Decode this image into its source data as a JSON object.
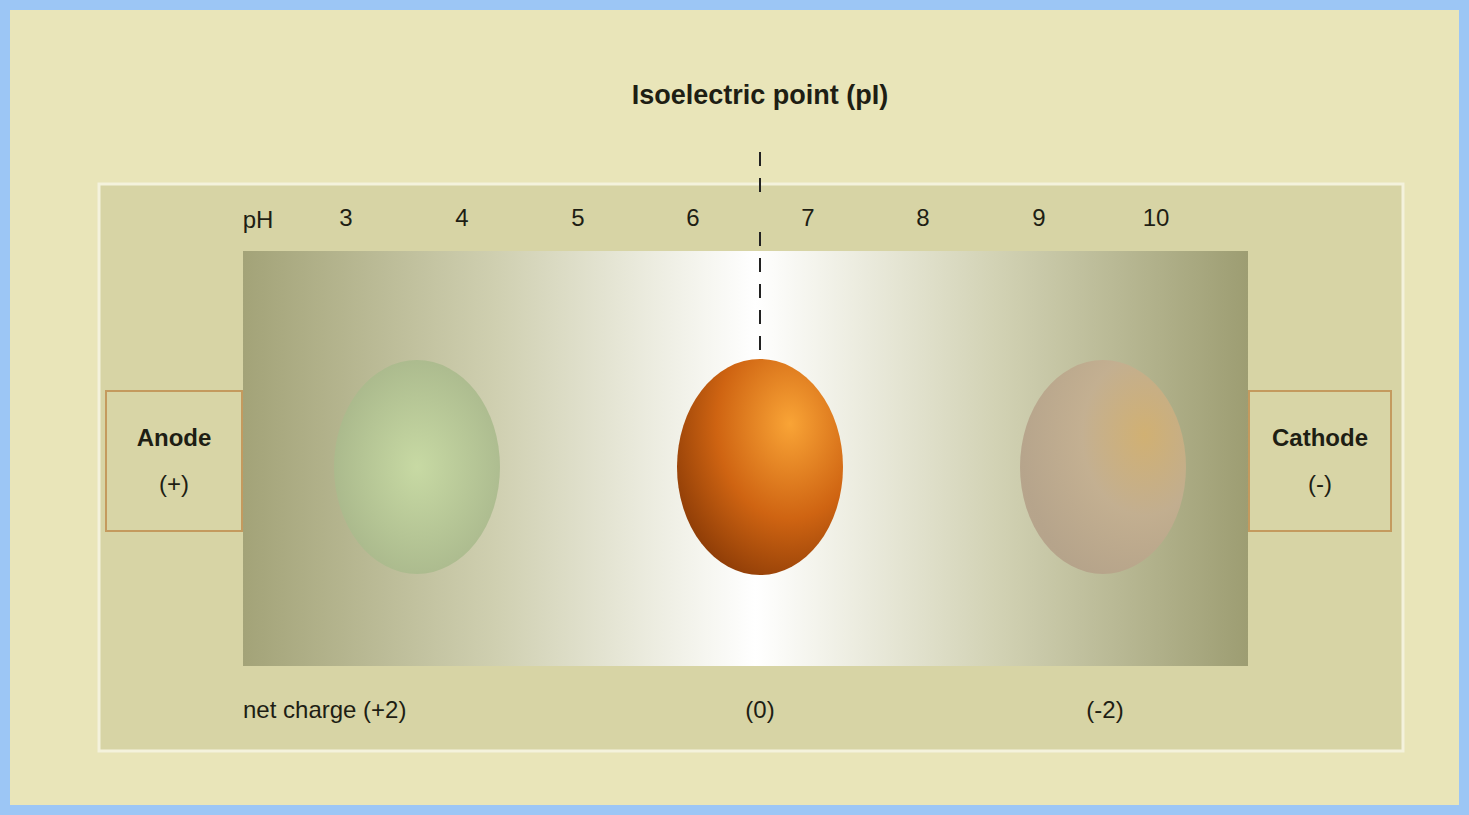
{
  "diagram": {
    "title": "Isoelectric point (pI)",
    "nodes": [
      {
        "text": [
          "Anode",
          "(+)"
        ]
      },
      {
        "text": [
          "Cathode",
          "(-)"
        ]
      }
    ],
    "labels": [
      "pH",
      "3",
      "4",
      "5",
      "6",
      "7",
      "8",
      "9",
      "10",
      "net charge (+2)",
      "(0)",
      "(-2)"
    ]
  }
}
